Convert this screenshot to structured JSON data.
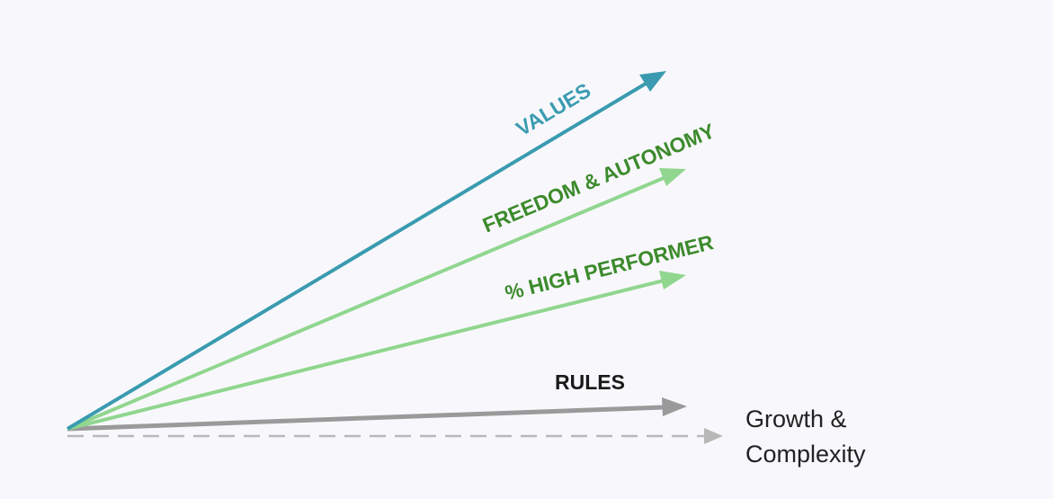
{
  "colors": {
    "background": "#f8f8fc",
    "values": "#3a9bb0",
    "freedom_line": "#90d68f",
    "freedom_text": "#3c8a2c",
    "performer_line": "#90d68f",
    "performer_text": "#3c8a2c",
    "rules": "#9a9a9a",
    "rules_text": "#1a1a1a",
    "baseline": "#b8b8b8",
    "axis_text": "#222222"
  },
  "arrows": {
    "values": {
      "label": "VALUES"
    },
    "freedom": {
      "label": "FREEDOM & AUTONOMY"
    },
    "performer": {
      "label": "% HIGH PERFORMER"
    },
    "rules": {
      "label": "RULES"
    }
  },
  "axis": {
    "label_line1": "Growth &",
    "label_line2": "Complexity"
  }
}
